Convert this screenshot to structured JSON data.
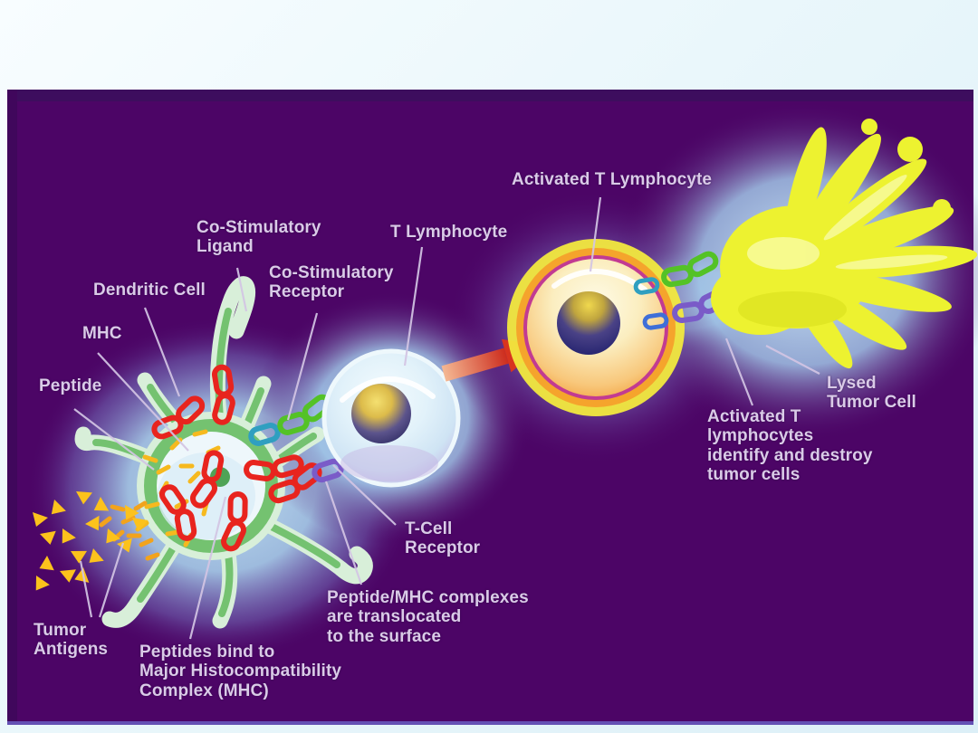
{
  "slide": {
    "background_top_color": "#f8fdff",
    "background_bottom_color": "#dceff7"
  },
  "diagram": {
    "title_semantic": "t-cell-activation-immunotherapy-diagram",
    "background_color": "#4c0566",
    "top_band_color": "#3d0d5e",
    "label_text_color": "#d9cbe7",
    "labels": {
      "co_stimulatory_ligand": "Co-Stimulatory\nLigand",
      "dendritic_cell": "Dendritic Cell",
      "mhc": "MHC",
      "peptide": "Peptide",
      "co_stimulatory_receptor": "Co-Stimulatory\nReceptor",
      "t_lymphocyte": "T Lymphocyte",
      "activated_t_lymphocyte": "Activated T Lymphocyte",
      "lysed_tumor_cell": "Lysed\nTumor Cell",
      "activated_t_paragraph": "Activated T\nlymphocytes\nidentify and destroy\ntumor cells",
      "t_cell_receptor": "T-Cell\nReceptor",
      "peptide_mhc_paragraph": "Peptide/MHC complexes\nare translocated\nto the surface",
      "tumor_antigens": "Tumor\nAntigens",
      "peptides_bind_paragraph": "Peptides bind to\nMajor Histocompatibility\nComplex (MHC)"
    },
    "figure_colors": {
      "dendritic_cell_green": "#74c270",
      "dendritic_cell_pale": "#d8efd9",
      "cell_glow_blue": "#abd6ef",
      "tumor_antigen_yellow": "#fcc21c",
      "mhc_molecule_red": "#e8241e",
      "peptide_orange": "#f6b91e",
      "t_lymphocyte_blue": "#e2f2fa",
      "nucleus_gold": "#f2dc66",
      "nucleus_navy": "#262470",
      "activation_arrow_red": "#cd2d1e",
      "activated_cell_yellow_ring": "#f2e93e",
      "activated_cell_orange_ring": "#f5a42c",
      "activated_cell_magenta_ring": "#c23a92",
      "co_stimulatory_green": "#54c226",
      "receptor_teal": "#2f9fc0",
      "receptor_purple": "#7a5bc8",
      "receptor_blue": "#3f6fd8",
      "lysed_tumor_yellow": "#edf230"
    }
  }
}
